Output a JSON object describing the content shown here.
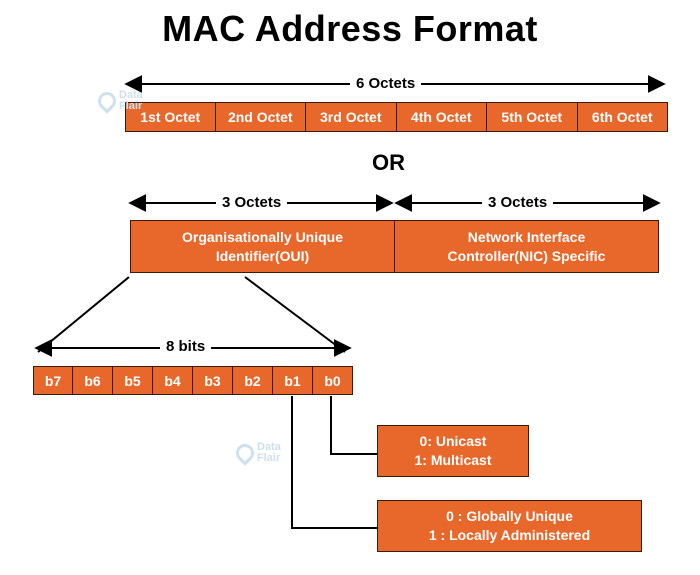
{
  "title": "MAC Address Format",
  "top_span_label": "6 Octets",
  "octets": [
    "1st Octet",
    "2nd Octet",
    "3rd Octet",
    "4th Octet",
    "5th Octet",
    "6th Octet"
  ],
  "or_label": "OR",
  "left_span_label": "3 Octets",
  "right_span_label": "3 Octets",
  "oui_line1": "Organisationally Unique",
  "oui_line2": "Identifier(OUI)",
  "nic_line1": "Network Interface",
  "nic_line2": "Controller(NIC) Specific",
  "bits_label": "8 bits",
  "bits": [
    "b7",
    "b6",
    "b5",
    "b4",
    "b3",
    "b2",
    "b1",
    "b0"
  ],
  "b0_line1": "0: Unicast",
  "b0_line2": "1: Multicast",
  "b1_line1": "0 : Globally Unique",
  "b1_line2": "1 : Locally Administered",
  "watermark": "Data Flair",
  "colors": {
    "box_fill": "#e8672a",
    "box_border": "#3a1a08",
    "text_on_box": "#ffffff"
  }
}
